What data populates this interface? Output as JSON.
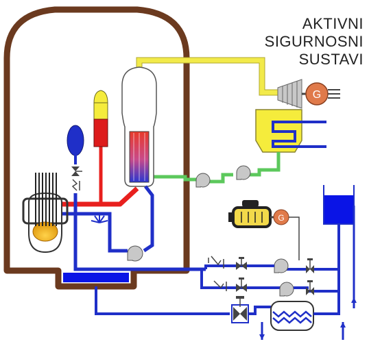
{
  "title": {
    "lines": [
      "AKTIVNI",
      "SIGURNOSNI",
      "SUSTAVI"
    ]
  },
  "colors": {
    "containment": "#6b3a1f",
    "primary_hot": "#e8201e",
    "primary_cold": "#1f2fc8",
    "steam": "#f2ea4a",
    "feedwater": "#5cc85c",
    "component_gray": "#c8c8c8",
    "generator": "#e07a4a",
    "tank_water": "#0a14e6",
    "pressurizer_top": "#f5ec3c",
    "pressurizer_bottom": "#dd1b1b",
    "core_glow": "#f0c020",
    "diesel": "#f2d94a"
  },
  "icons": [
    "valve-icon",
    "check-valve-icon",
    "pump-icon",
    "heat-exchanger-icon",
    "generator-icon",
    "turbine-icon",
    "diesel-generator-icon"
  ]
}
